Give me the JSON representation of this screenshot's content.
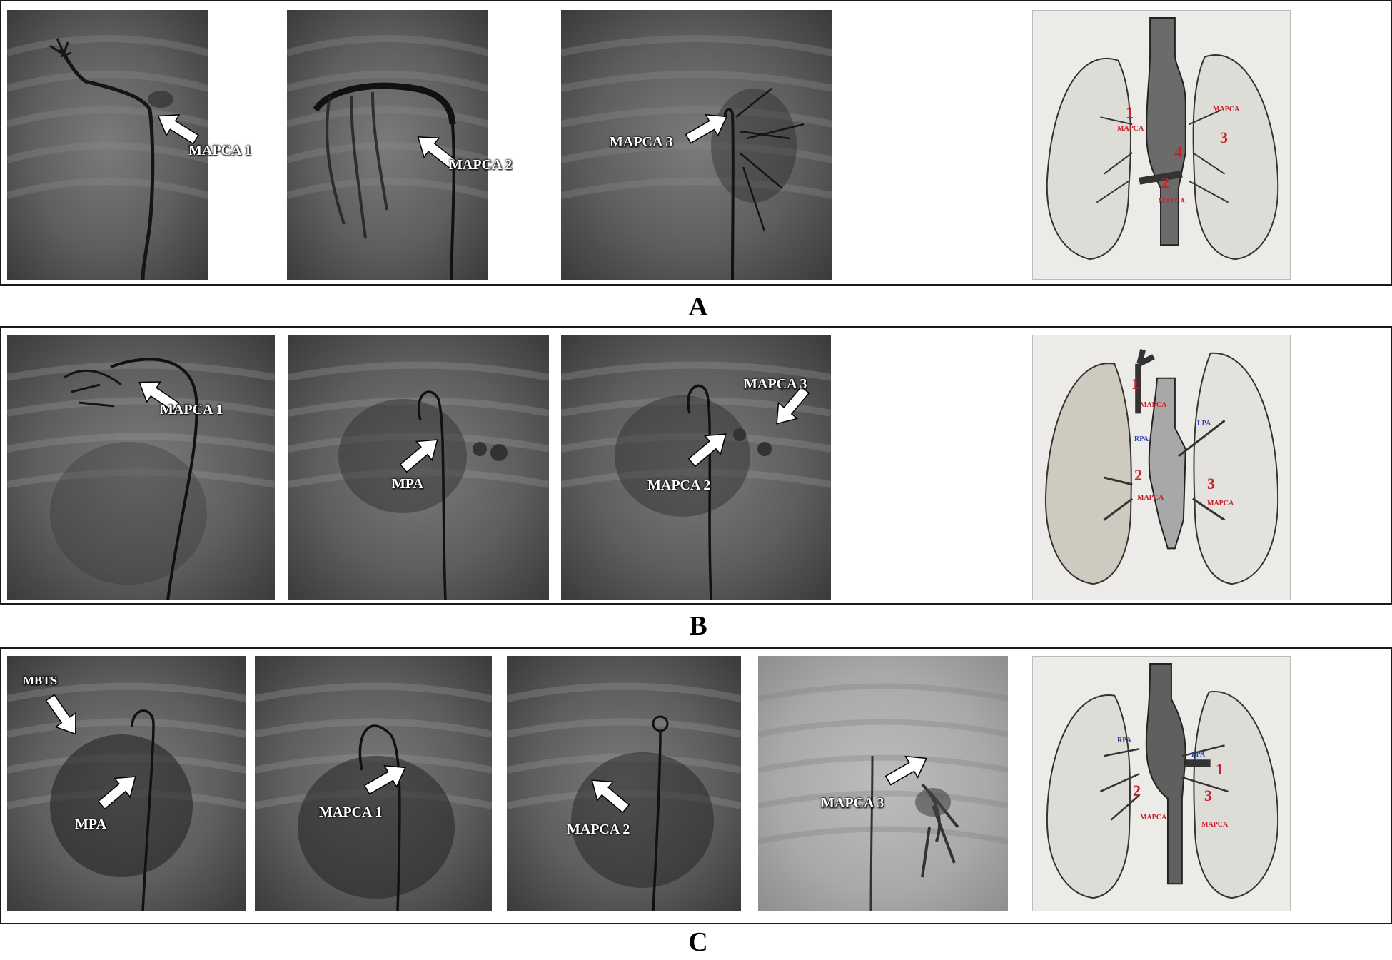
{
  "panels": {
    "A": {
      "letter": "A",
      "labels": {
        "m1": "MAPCA 1",
        "m2": "MAPCA 2",
        "m3": "MAPCA 3"
      },
      "illustration": {
        "n1": "1",
        "n2": "2",
        "n3": "3",
        "n4": "4",
        "t1": "MAPCA",
        "t2": "MAPCA",
        "t3": "MAPCA"
      }
    },
    "B": {
      "letter": "B",
      "labels": {
        "m1": "MAPCA 1",
        "mpa": "MPA",
        "m3": "MAPCA 3",
        "m2": "MAPCA 2"
      },
      "illustration": {
        "n1": "1",
        "n2": "2",
        "n3": "3",
        "t1": "MAPCA",
        "t2": "MAPCA",
        "t3": "MAPCA",
        "rpa": "RPA",
        "lpa": "LPA"
      }
    },
    "C": {
      "letter": "C",
      "labels": {
        "mbts": "MBTS",
        "mpa": "MPA",
        "m1": "MAPCA 1",
        "m2": "MAPCA 2",
        "m3": "MAPCA 3"
      },
      "illustration": {
        "n1": "1",
        "n2": "2",
        "n3": "3",
        "t2": "MAPCA",
        "t3": "MAPCA",
        "rpa": "RPA",
        "lpa": "LPA"
      }
    }
  }
}
